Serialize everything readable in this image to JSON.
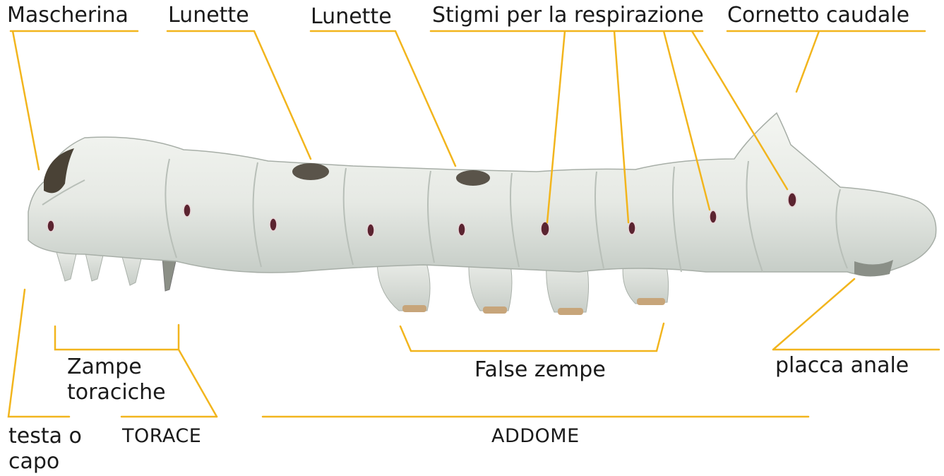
{
  "labels": {
    "mascherina": "Mascherina",
    "lunette_1": "Lunette",
    "lunette_2": "Lunette",
    "stigmi": "Stigmi per la respirazione",
    "cornetto": "Cornetto caudale",
    "zampe_toraciche_1": "Zampe",
    "zampe_toraciche_2": "toraciche",
    "false_zempe": "False zempe",
    "placca_anale": "placca anale",
    "testa_1": "testa o",
    "testa_2": "capo",
    "torace": "TORACE",
    "addome": "ADDOME"
  },
  "colors": {
    "leader_line": "#f2b51d",
    "body": "#e9ece7",
    "body_shadow": "#b9c0b9",
    "spiracle": "#5b2430",
    "lunette": "#5a544a",
    "mask": "#4a4236"
  }
}
